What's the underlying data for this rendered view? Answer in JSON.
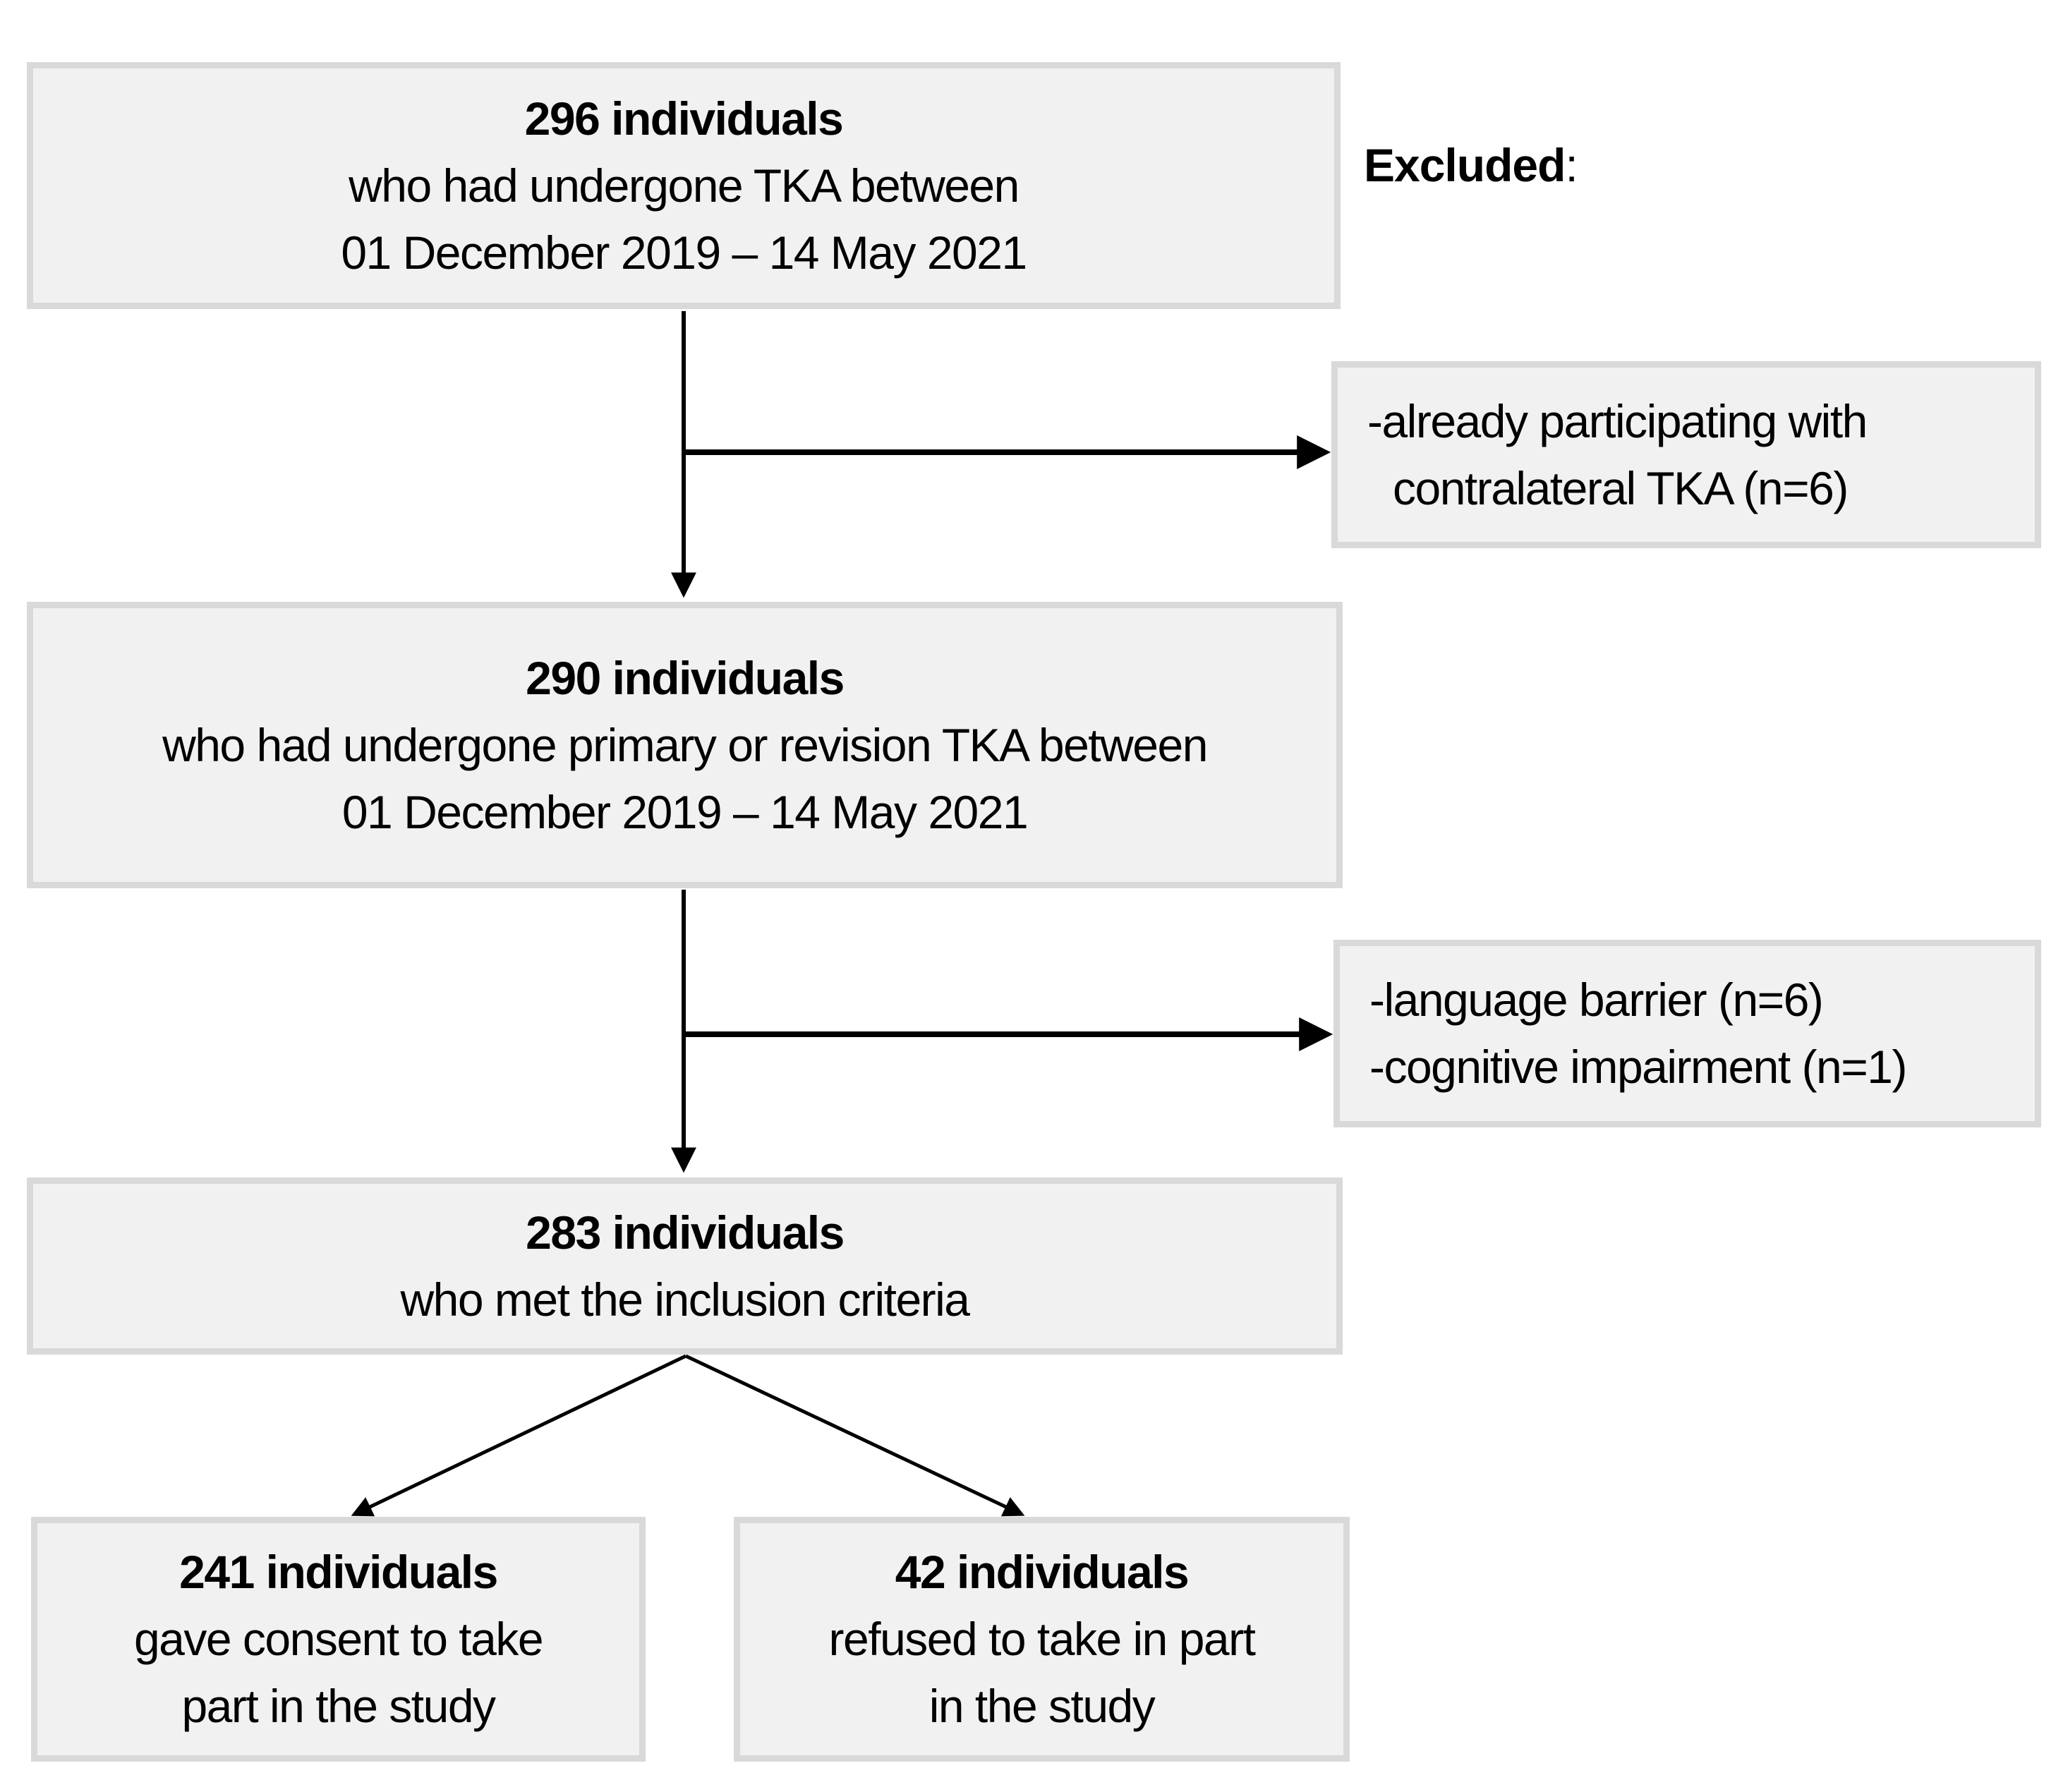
{
  "figure": {
    "type": "study-flow-diagram",
    "colors": {
      "background": "#ffffff",
      "box_fill": "#f1f1f1",
      "box_border": "#d9d9d9",
      "text": "#000000",
      "arrow": "#000000"
    }
  },
  "excluded_label": {
    "word": "Excluded",
    "colon": ":"
  },
  "boxes": {
    "screened": {
      "count": "296 individuals",
      "lines": [
        "who had undergone TKA between",
        "01 December 2019 – 14 May 2021"
      ]
    },
    "exclusion1": {
      "lines": [
        "-already participating with",
        "contralateral TKA (n=6)"
      ]
    },
    "after_first_exclusion": {
      "count": "290 individuals",
      "lines": [
        "who had undergone primary or revision TKA between",
        "01 December 2019 – 14 May 2021"
      ]
    },
    "exclusion2": {
      "lines": [
        "-language barrier (n=6)",
        "-cognitive impairment (n=1)"
      ]
    },
    "met_criteria": {
      "count": "283 individuals",
      "lines": [
        "who met the inclusion criteria"
      ]
    },
    "consented": {
      "count": "241 individuals",
      "lines": [
        "gave consent to take",
        "part in the study"
      ]
    },
    "refused": {
      "count": "42 individuals",
      "lines": [
        "refused to take in part",
        "in the study"
      ]
    }
  }
}
